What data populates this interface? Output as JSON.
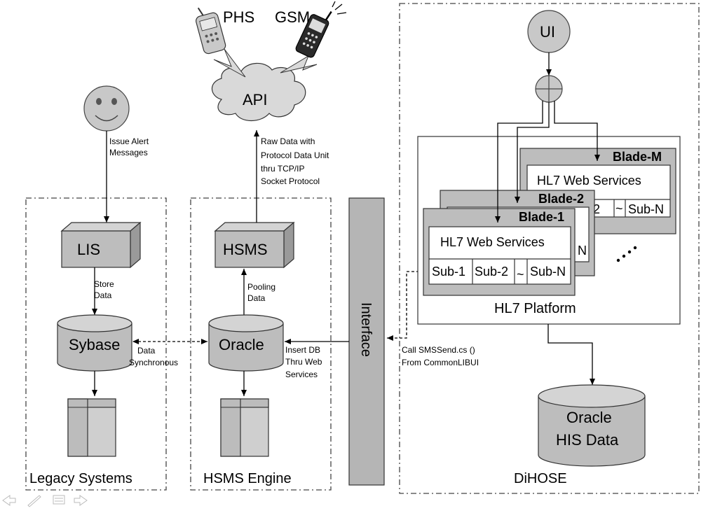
{
  "phones": {
    "phs": "PHS",
    "gsm": "GSM"
  },
  "api": "API",
  "ui": "UI",
  "user_message": [
    "Issue Alert",
    "Messages"
  ],
  "raw_data": [
    "Raw Data with",
    "Protocol Data Unit",
    "thru TCP/IP",
    "Socket Protocol"
  ],
  "legacy": {
    "title": "Legacy Systems",
    "lis": "LIS",
    "store": [
      "Store",
      "Data"
    ],
    "db": "Sybase"
  },
  "hsms": {
    "title": "HSMS Engine",
    "box": "HSMS",
    "pooling": [
      "Pooling",
      "Data"
    ],
    "db": "Oracle"
  },
  "sync": [
    "Data",
    "Synchronous"
  ],
  "insert": [
    "Insert DB",
    "Thru Web",
    "Services"
  ],
  "interface": "Interface",
  "call": [
    "Call SMSSend.cs ()",
    "From CommonLIBUI"
  ],
  "platform": {
    "title": "HL7 Platform",
    "blade_m": "Blade-M",
    "blade_2": "Blade-2",
    "blade_1": "Blade-1",
    "web_services": "HL7 Web Services",
    "sub_1": "Sub-1",
    "sub_2": "Sub-2",
    "sub_n": "Sub-N",
    "tilde": "~",
    "ellipsis": "⋰"
  },
  "his": [
    "Oracle",
    "HIS Data"
  ],
  "dihose": "DiHOSE",
  "nav_icons": [
    "back-arrow-icon",
    "pen-icon",
    "menu-icon",
    "forward-arrow-icon"
  ]
}
